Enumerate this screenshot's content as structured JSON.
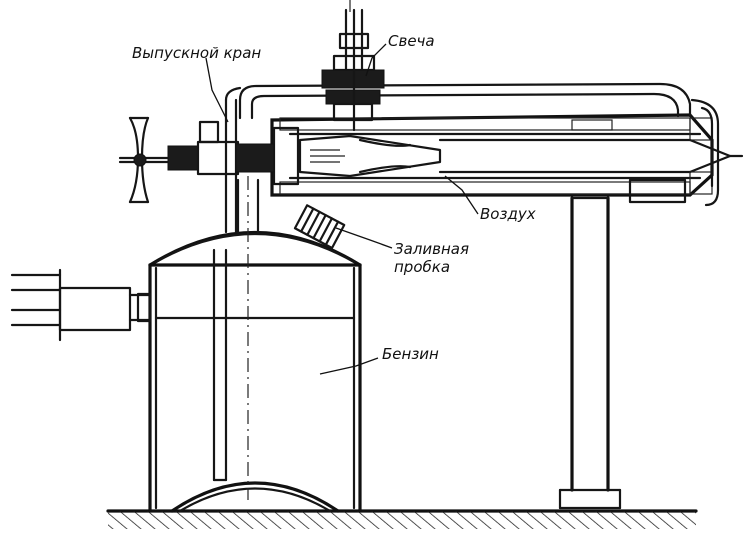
{
  "labels": {
    "valve": "Выпускной кран",
    "spark_plug": "Свеча",
    "air": "Воздух",
    "filler_cap_line1": "Заливная",
    "filler_cap_line2": "пробка",
    "gasoline": "Бензин"
  }
}
